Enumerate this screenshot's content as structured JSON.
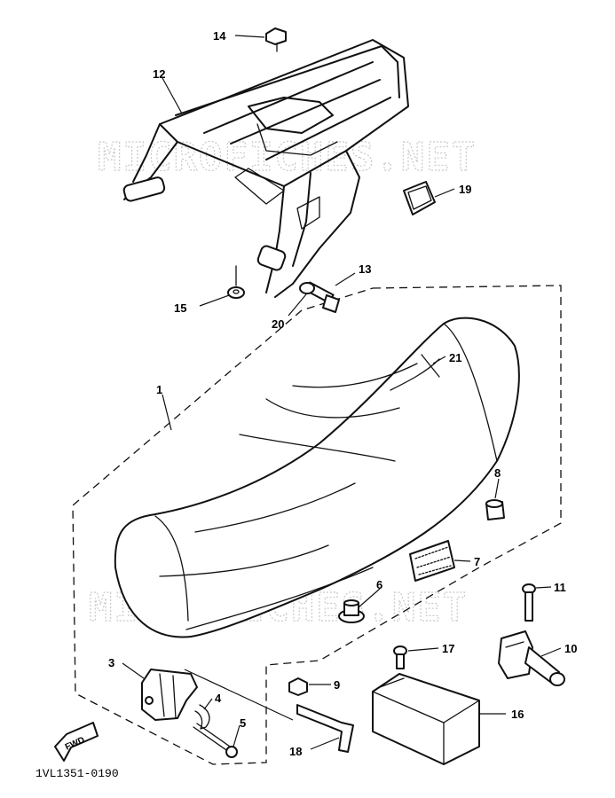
{
  "watermark": "MICROFICHES.NET",
  "diagram_code": "1VL1351-0190",
  "fwd_label": "FWD",
  "callouts": {
    "c1": "1",
    "c3": "3",
    "c4": "4",
    "c5": "5",
    "c6": "6",
    "c7": "7",
    "c8": "8",
    "c9": "9",
    "c10": "10",
    "c11": "11",
    "c12": "12",
    "c13": "13",
    "c14": "14",
    "c15": "15",
    "c16": "16",
    "c17": "17",
    "c18": "18",
    "c19": "19",
    "c20": "20",
    "c21": "21"
  }
}
